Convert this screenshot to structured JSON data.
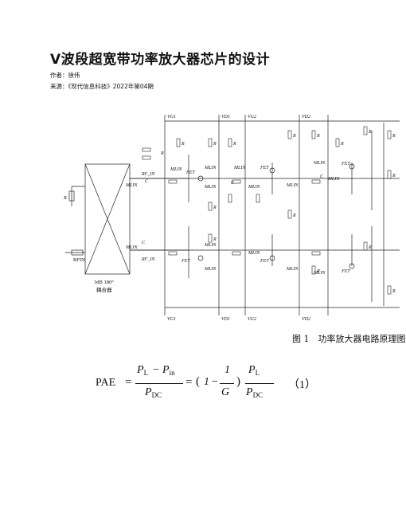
{
  "article": {
    "title": "V波段超宽带功率放大器芯片的设计",
    "author": "作者：徐伟",
    "source": "来源：《现代信息科技》2022年第04期"
  },
  "figure": {
    "caption": "图 1　功率放大器电路原理图",
    "labels": {
      "vg1_top": "VG1",
      "vd1_top": "VD1",
      "vg2_top": "VG2",
      "vd2_top": "VD2",
      "vg1_bot": "VG1",
      "vd1_bot": "VD1",
      "vg2_bot": "VG2",
      "vd2_bot": "VD2",
      "rfin": "RFIN",
      "coupler_line1": "3dB 180°",
      "coupler_line2": "耦合器",
      "r": "R",
      "c": "C",
      "mlin": "MLIN",
      "fet": "FET",
      "rf_in": "RF_IN"
    }
  },
  "formula": {
    "lhs": "PAE",
    "eq1": "=",
    "num_a": "P",
    "num_a_sub": "L",
    "minus": "−",
    "num_b": "P",
    "num_b_sub": "in",
    "den": "P",
    "den_sub": "DC",
    "eq2": "=",
    "paren_open": "(",
    "one": "1",
    "minus2": "−",
    "inner_num": "1",
    "inner_den": "G",
    "paren_close": ")",
    "num_c": "P",
    "num_c_sub": "L",
    "den2": "P",
    "den2_sub": "DC",
    "number": "（1）"
  }
}
